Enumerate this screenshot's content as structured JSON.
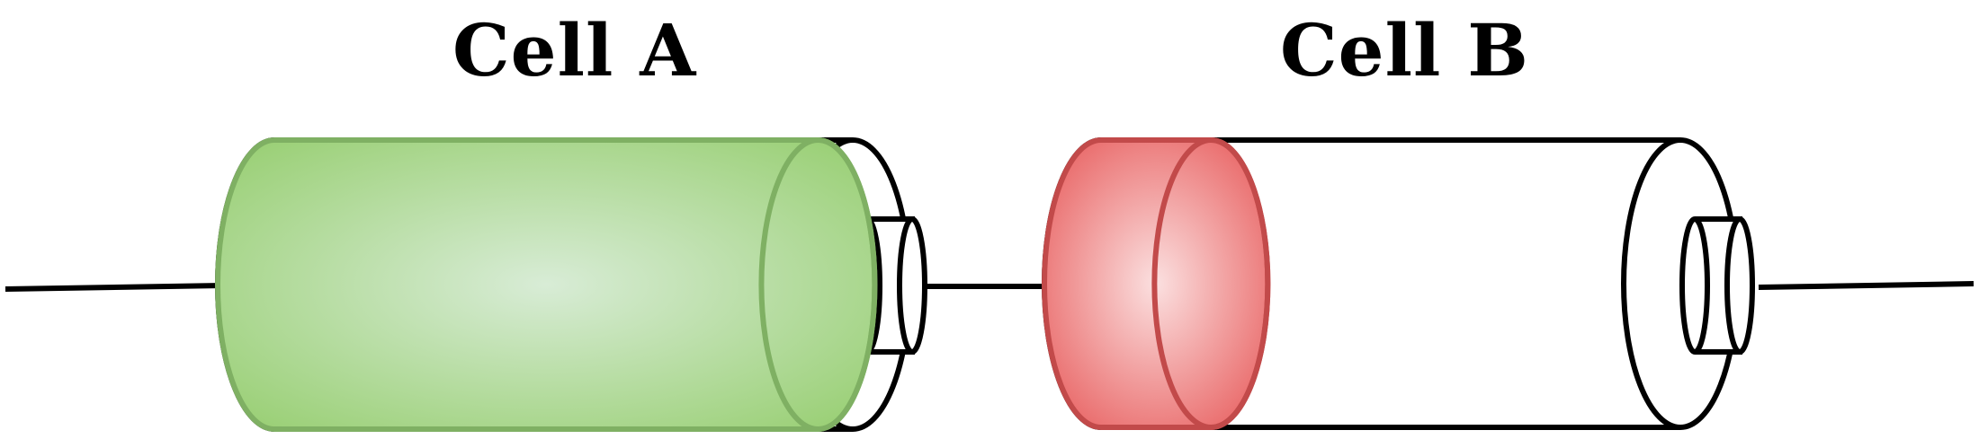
{
  "cells": [
    {
      "label": "Cell A",
      "fill_level": 0.94,
      "fill_color": "#9bd077",
      "fill_edge": "#7fb063",
      "fill_highlight": "#d8ecd6"
    },
    {
      "label": "Cell B",
      "fill_level": 0.19,
      "fill_color": "#e86060",
      "fill_edge": "#c24a4a",
      "fill_highlight": "#fbe0e0"
    }
  ],
  "outline_color": "#000000"
}
